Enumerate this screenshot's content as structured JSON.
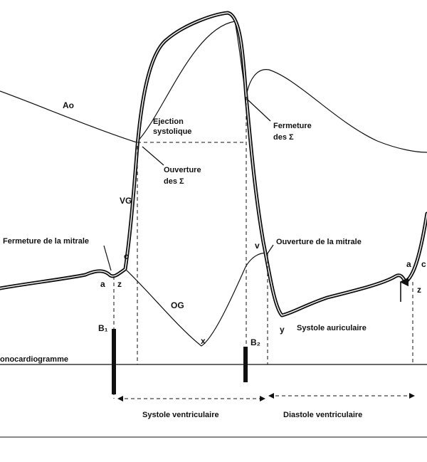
{
  "labels": {
    "ao": "Ao",
    "ejection_line1": "Ejection",
    "ejection_line2": "systolique",
    "fermeture_sigma_line1": "Fermeture",
    "fermeture_sigma_line2": "des Σ",
    "ouverture_sigma_line1": "Ouverture",
    "ouverture_sigma_line2": "des Σ",
    "vg": "VG",
    "fermeture_mitrale": "Fermeture de la mitrale",
    "ouverture_mitrale": "Ouverture de la mitrale",
    "c_left": "c",
    "a_left": "a",
    "z_left": "z",
    "og": "OG",
    "x_point": "x",
    "v_point": "v",
    "y_point": "y",
    "systole_auriculaire": "Systole auriculaire",
    "a_right": "a",
    "c_right": "c",
    "z_right": "z",
    "b1": "B₁",
    "b2": "B₂",
    "phonocardiogramme": "onocardiogramme",
    "systole_ventriculaire": "Systole ventriculaire",
    "diastole_ventriculaire": "Diastole ventriculaire"
  }
}
